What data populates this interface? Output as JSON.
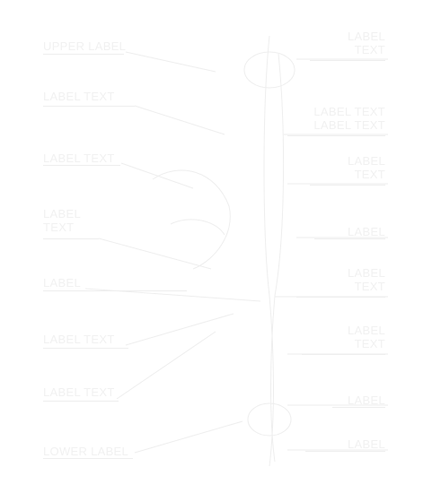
{
  "diagram": {
    "left_labels": [
      {
        "id": "left-1",
        "lines": [
          "Upper Label"
        ]
      },
      {
        "id": "left-2",
        "lines": [
          "Label Text"
        ]
      },
      {
        "id": "left-3",
        "lines": [
          "Label Text"
        ]
      },
      {
        "id": "left-4",
        "lines": [
          "Label",
          "Text"
        ]
      },
      {
        "id": "left-5",
        "lines": [
          "Label"
        ]
      },
      {
        "id": "left-6",
        "lines": [
          "Label Text"
        ]
      },
      {
        "id": "left-7",
        "lines": [
          "Label Text"
        ]
      },
      {
        "id": "left-8",
        "lines": [
          "Lower Label"
        ]
      }
    ],
    "right_labels": [
      {
        "id": "right-1",
        "lines": [
          "Label",
          "Text"
        ]
      },
      {
        "id": "right-2",
        "lines": [
          "Label Text",
          "Label Text"
        ]
      },
      {
        "id": "right-3",
        "lines": [
          "Label",
          "Text"
        ]
      },
      {
        "id": "right-4",
        "lines": [
          "Label"
        ]
      },
      {
        "id": "right-5",
        "lines": [
          "Label",
          "Text"
        ]
      },
      {
        "id": "right-6",
        "lines": [
          "Label",
          "Text"
        ]
      },
      {
        "id": "right-7",
        "lines": [
          "Label"
        ]
      },
      {
        "id": "right-8",
        "lines": [
          "Label"
        ]
      }
    ],
    "colors": {
      "background": "#ffffff",
      "text": "#f1f1f1",
      "lines": "#eeeeee"
    }
  }
}
